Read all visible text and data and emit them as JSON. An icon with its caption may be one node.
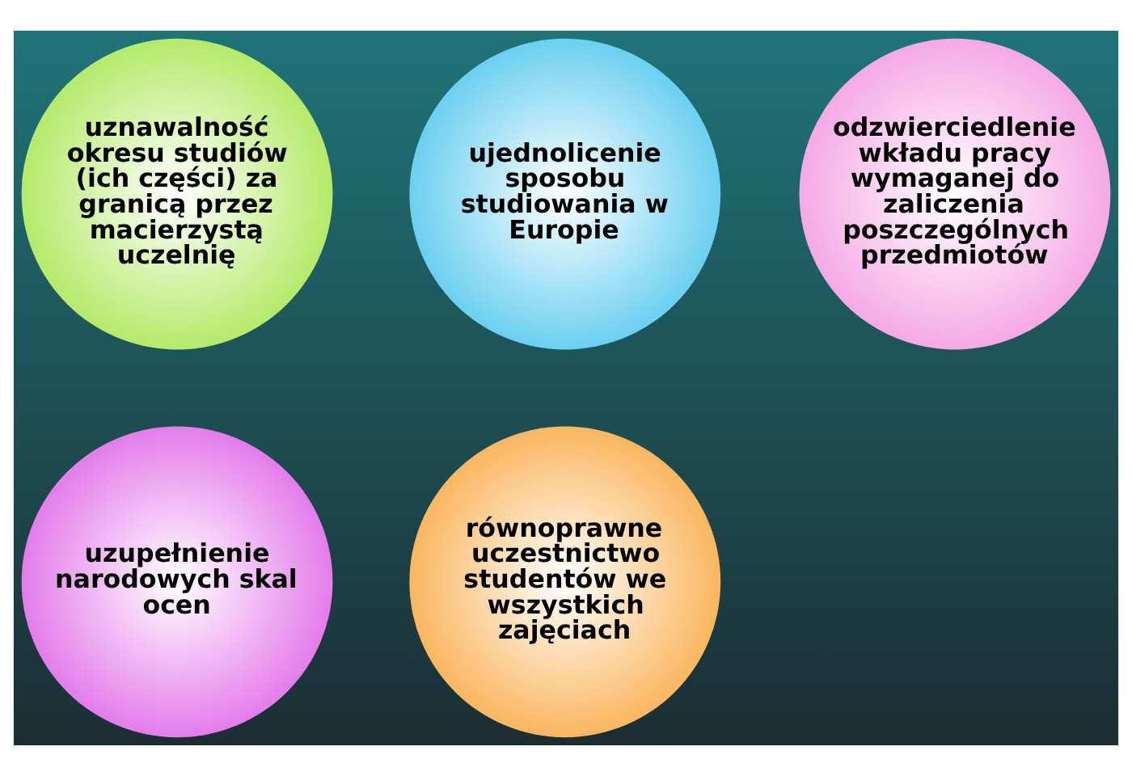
{
  "diagram": {
    "nodes": [
      {
        "text": [
          "uznawalność okresu studiów (ich części) za granicą przez macierzystą uczelnię"
        ]
      },
      {
        "text": [
          "ujednolicenie sposobu studiowania w Europie"
        ]
      },
      {
        "text": [
          "odzwierciedlenie wkładu pracy wymaganej do zaliczenia poszczególnych przedmiotów"
        ]
      },
      {
        "text": [
          "uzupełnienie narodowych skal ocen"
        ]
      },
      {
        "text": [
          "równoprawne uczestnictwo studentów we wszystkich zajęciach"
        ]
      }
    ],
    "edges": []
  }
}
